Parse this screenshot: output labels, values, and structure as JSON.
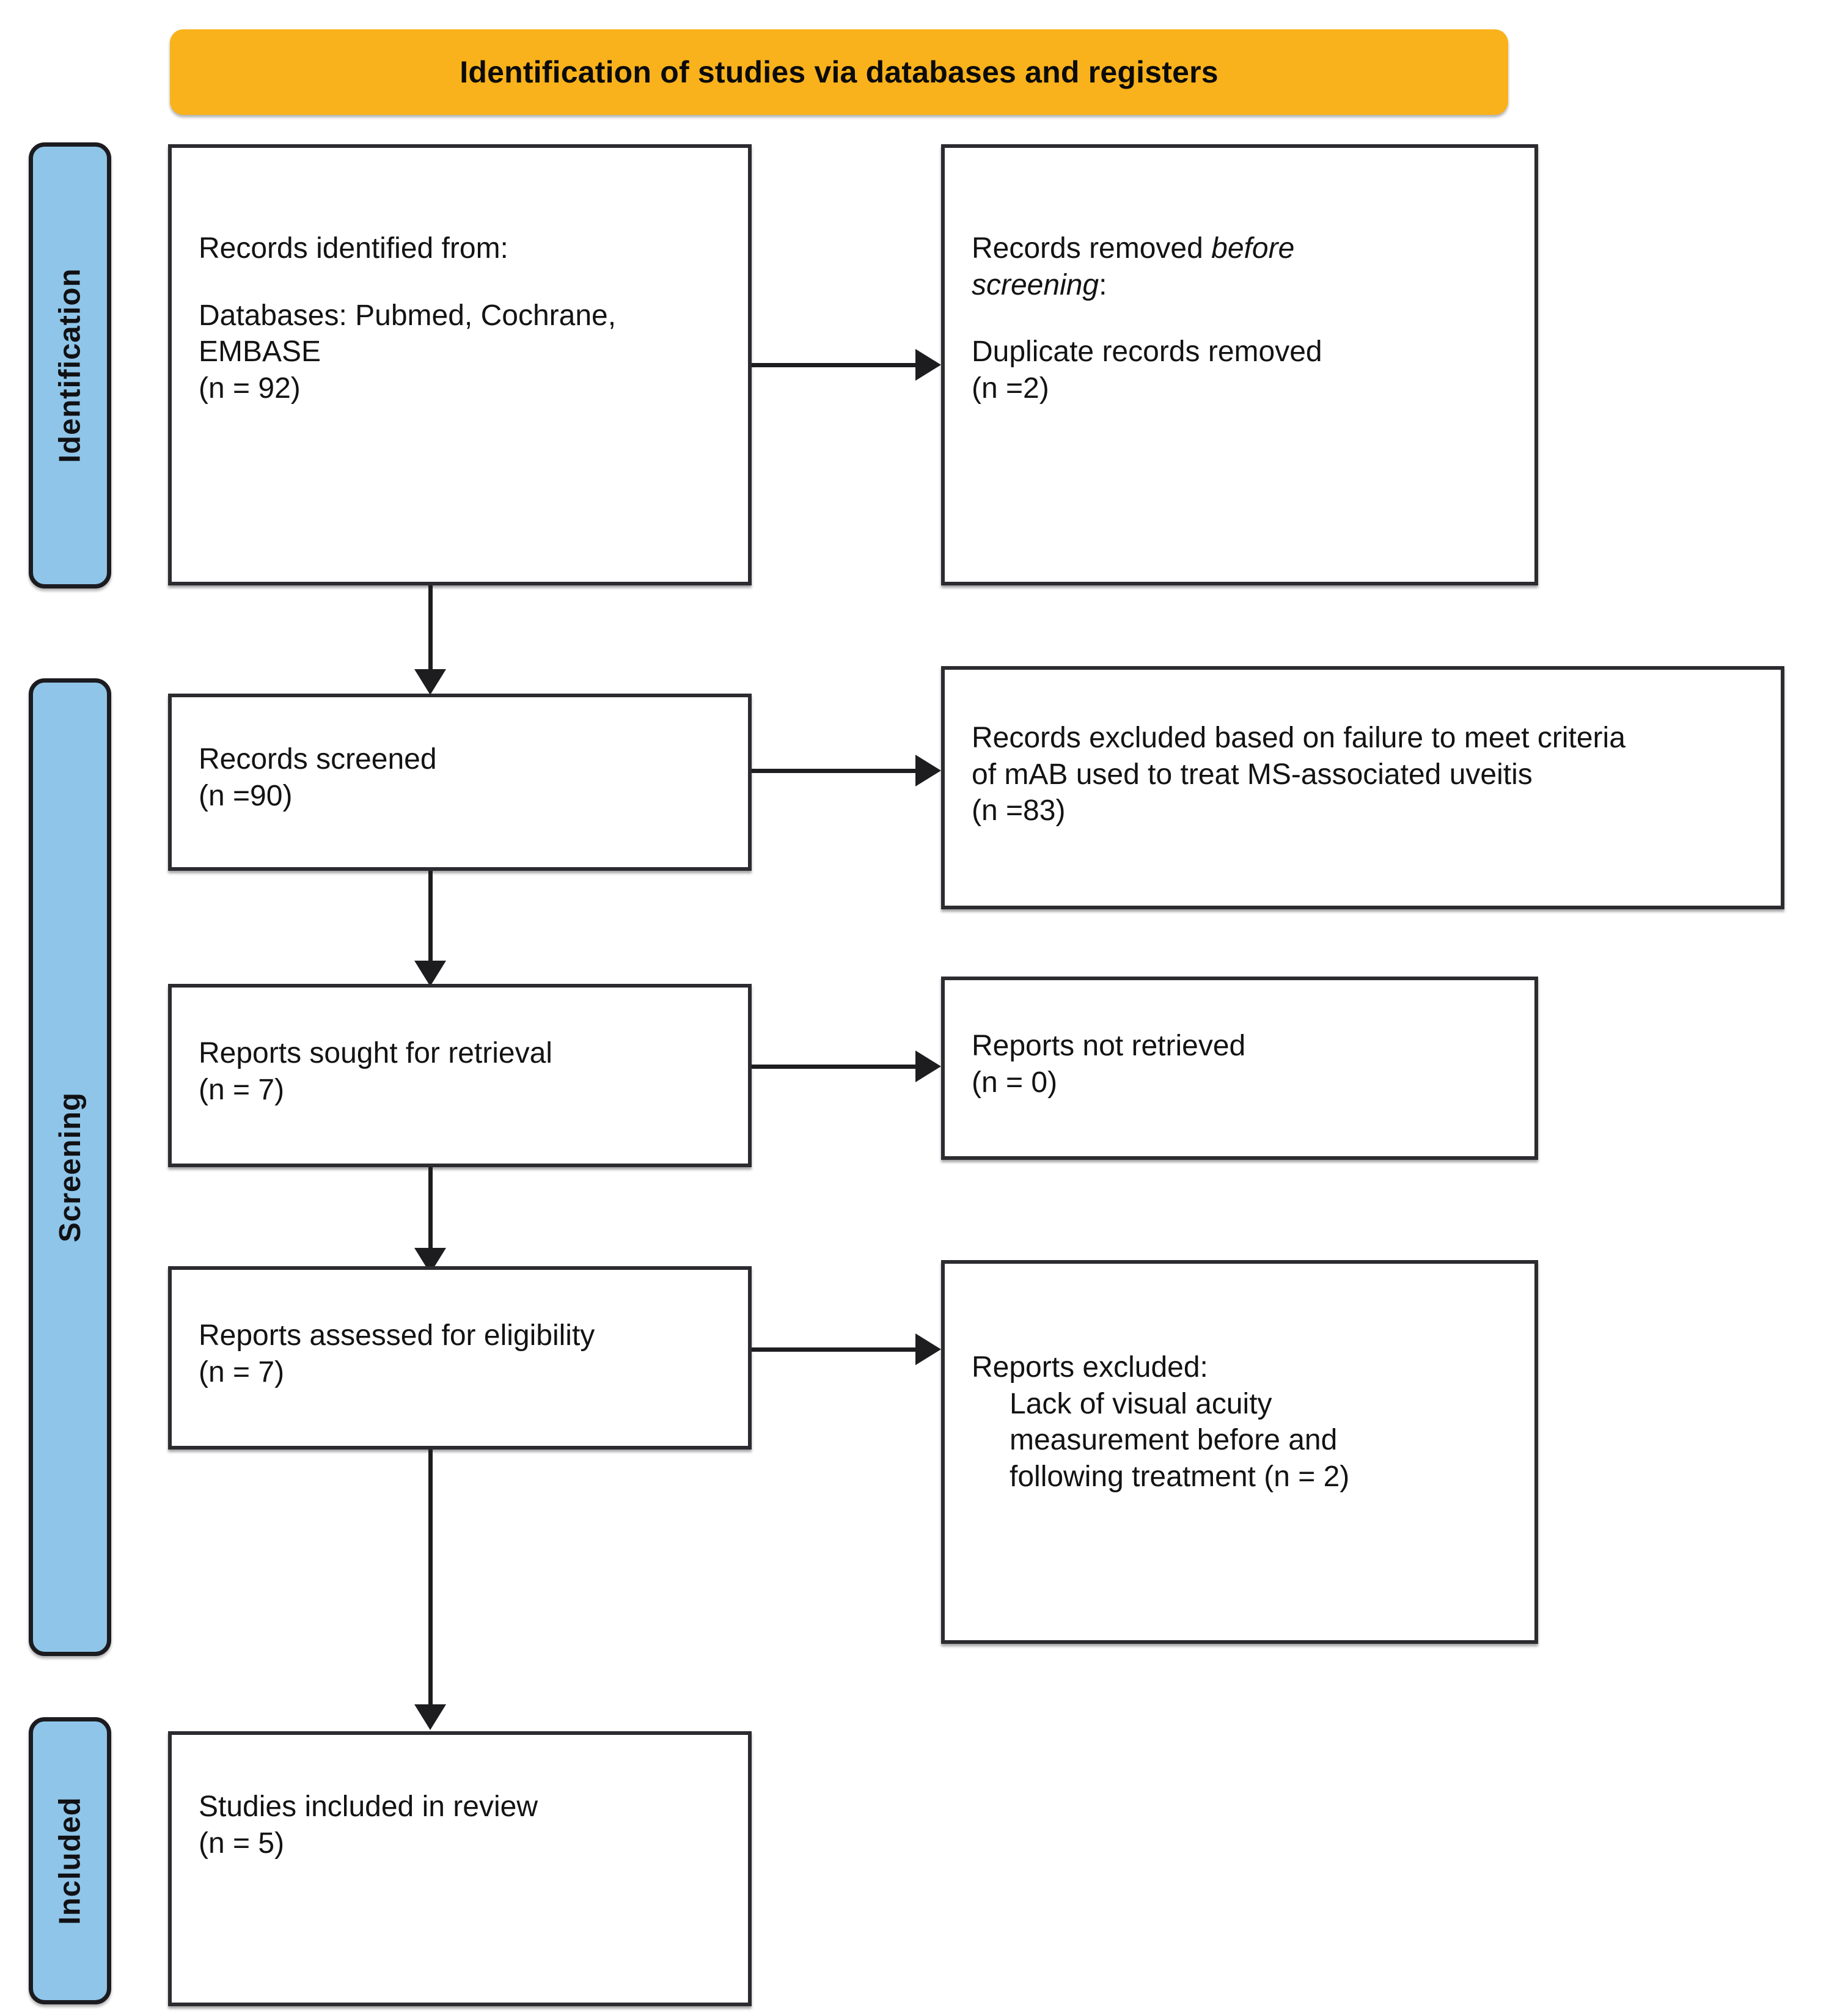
{
  "banner": {
    "title": "Identification of studies via databases and registers"
  },
  "stages": [
    {
      "label": "Identification"
    },
    {
      "label": "Screening"
    },
    {
      "label": "Included"
    }
  ],
  "boxes": {
    "identified": {
      "line1": "Records identified from:",
      "line2": "Databases: Pubmed, Cochrane,",
      "line3": "EMBASE",
      "line4": "(n = 92)"
    },
    "removed_before_screening": {
      "line1a": "Records removed ",
      "line1b": "before",
      "line2a": "screening",
      "line2b": ":",
      "line3": "Duplicate records removed",
      "line4": "(n =2)"
    },
    "screened": {
      "line1": "Records screened",
      "line2": "(n =90)"
    },
    "records_excluded": {
      "line1": "Records excluded based on failure to meet criteria",
      "line2": "of mAB used to treat MS-associated uveitis",
      "line3": "(n =83)"
    },
    "sought_retrieval": {
      "line1": "Reports sought for retrieval",
      "line2": "(n = 7)"
    },
    "not_retrieved": {
      "line1": "Reports not retrieved",
      "line2": "(n = 0)"
    },
    "assessed_eligibility": {
      "line1": "Reports assessed for eligibility",
      "line2": "(n = 7)"
    },
    "reports_excluded": {
      "line1": "Reports excluded:",
      "line2": "Lack of visual acuity",
      "line3": "measurement before and",
      "line4": "following treatment (n = 2)"
    },
    "included_review": {
      "line1": "Studies included in review",
      "line2": "(n = 5)"
    }
  },
  "colors": {
    "banner_bg": "#F9B21B",
    "stage_bg": "#8FC5E8",
    "box_border": "#2b2b30",
    "connector": "#1d1d20"
  },
  "chart_data": {
    "type": "table",
    "title": "PRISMA 2020 flow diagram for new systematic reviews which included searches of databases and registers only",
    "stages": [
      "Identification",
      "Screening",
      "Included"
    ],
    "nodes": [
      {
        "id": "identified",
        "stage": "Identification",
        "label": "Records identified from: Databases: Pubmed, Cochrane, EMBASE",
        "n": 92
      },
      {
        "id": "removed_before_screening",
        "stage": "Identification",
        "label": "Records removed before screening: Duplicate records removed",
        "n": 2
      },
      {
        "id": "screened",
        "stage": "Screening",
        "label": "Records screened",
        "n": 90
      },
      {
        "id": "records_excluded",
        "stage": "Screening",
        "label": "Records excluded based on failure to meet criteria of mAB used to treat MS-associated uveitis",
        "n": 83
      },
      {
        "id": "sought_retrieval",
        "stage": "Screening",
        "label": "Reports sought for retrieval",
        "n": 7
      },
      {
        "id": "not_retrieved",
        "stage": "Screening",
        "label": "Reports not retrieved",
        "n": 0
      },
      {
        "id": "assessed_eligibility",
        "stage": "Screening",
        "label": "Reports assessed for eligibility",
        "n": 7
      },
      {
        "id": "reports_excluded",
        "stage": "Screening",
        "label": "Reports excluded: Lack of visual acuity measurement before and following treatment",
        "n": 2
      },
      {
        "id": "included_review",
        "stage": "Included",
        "label": "Studies included in review",
        "n": 5
      }
    ],
    "edges": [
      {
        "from": "identified",
        "to": "removed_before_screening",
        "direction": "right"
      },
      {
        "from": "identified",
        "to": "screened",
        "direction": "down"
      },
      {
        "from": "screened",
        "to": "records_excluded",
        "direction": "right"
      },
      {
        "from": "screened",
        "to": "sought_retrieval",
        "direction": "down"
      },
      {
        "from": "sought_retrieval",
        "to": "not_retrieved",
        "direction": "right"
      },
      {
        "from": "sought_retrieval",
        "to": "assessed_eligibility",
        "direction": "down"
      },
      {
        "from": "assessed_eligibility",
        "to": "reports_excluded",
        "direction": "right"
      },
      {
        "from": "assessed_eligibility",
        "to": "included_review",
        "direction": "down"
      }
    ]
  }
}
